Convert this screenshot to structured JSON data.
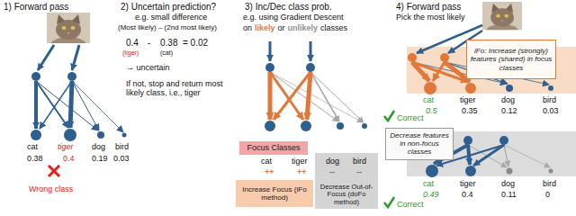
{
  "diagram": {
    "nodes": [
      {
        "text": [
          "Focus Classes"
        ]
      },
      {
        "text": [
          "Increase Focus (iFo method)"
        ]
      },
      {
        "text": [
          "Decrease Out-of-Focus (doFo method)"
        ]
      },
      {
        "text": [
          "iFo: Increase (strongly) features (shared) in focus classes"
        ]
      },
      {
        "text": [
          "Decrease features in non-focus classes"
        ]
      }
    ],
    "labels": [
      "1) Forward pass",
      "cat",
      "tiger",
      "dog",
      "bird",
      "0.38",
      "0.4",
      "0.19",
      "0.03",
      "Wrong class",
      "2) Uncertain prediction?",
      "e.g. small difference",
      "(Most likely) – (2nd most likely)",
      "0.4",
      "-",
      "0.38",
      "= 0.02",
      "(tiger)",
      "(cat)",
      "→ uncertain",
      "If not, stop and return most likely class, i.e., tiger",
      "3) Inc/Dec class prob.",
      "e.g. using Gradient Descent",
      "on",
      "likely",
      "or",
      "unlikely",
      "classes",
      "cat",
      "tiger",
      "dog",
      "bird",
      "++",
      "++",
      "--",
      "--",
      "4) Forward pass",
      "Pick the most likely",
      "cat",
      "tiger",
      "dog",
      "bird",
      "0.5",
      "0.35",
      "0.12",
      "0.03",
      "Correct",
      "cat",
      "tiger",
      "dog",
      "bird",
      "0.49",
      "0.4",
      "0.11",
      "0",
      "Correct"
    ]
  }
}
